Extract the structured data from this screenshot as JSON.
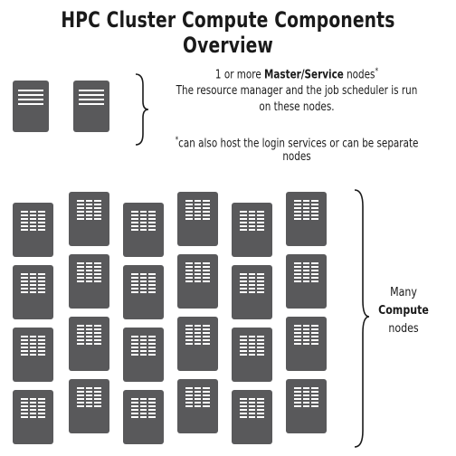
{
  "title": "HPC Cluster Compute Components Overview",
  "master": {
    "line1_prefix": "1 or more ",
    "line1_bold": "Master/Service",
    "line1_suffix": " nodes",
    "line1_mark": "*",
    "line2": "The resource manager and the job scheduler is run",
    "line3": "on these nodes.",
    "footnote_mark": "*",
    "footnote": "can also host the login services or can be separate nodes"
  },
  "compute": {
    "line1": "Many",
    "line2_bold": "Compute",
    "line3": "nodes"
  },
  "colors": {
    "node_fill": "#59595b",
    "node_lines": "#ffffff",
    "text": "#1a1a1a"
  }
}
